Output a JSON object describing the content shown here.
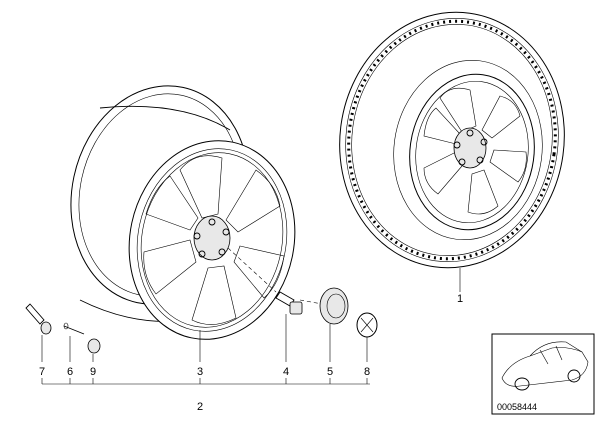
{
  "callouts": {
    "n1": "1",
    "n2": "2",
    "n3": "3",
    "n4": "4",
    "n5": "5",
    "n6": "6",
    "n7": "7",
    "n8": "8",
    "n9": "9"
  },
  "inset": {
    "code": "00058444"
  }
}
